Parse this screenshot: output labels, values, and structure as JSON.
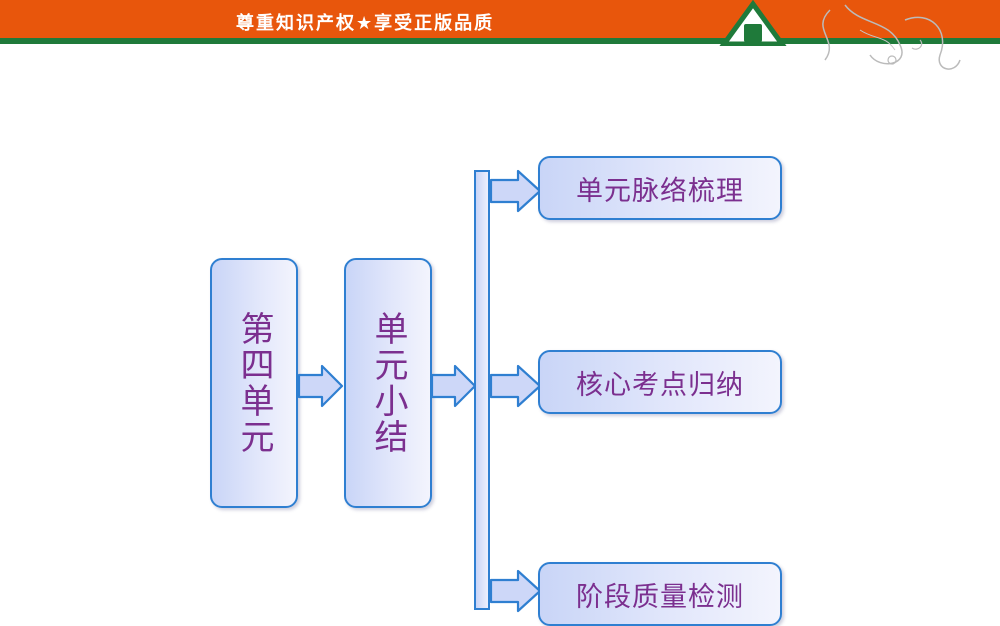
{
  "header": {
    "slogan": "尊重知识产权★享受正版品质"
  },
  "diagram": {
    "root": "第四单元",
    "middle": "单元小结",
    "branches": [
      "单元脉络梳理",
      "核心考点归纳",
      "阶段质量检测"
    ]
  },
  "colors": {
    "banner": "#e8560c",
    "stripe": "#1f7a3a",
    "box_border": "#2f7fd1",
    "box_text": "#7b2f8f"
  }
}
